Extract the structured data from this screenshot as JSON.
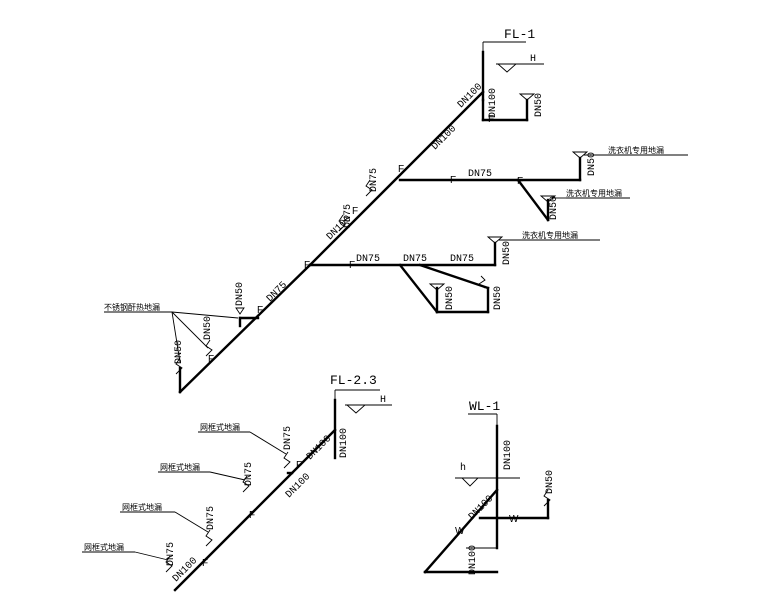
{
  "systems": {
    "fl1": {
      "title": "FL-1",
      "roof": "H",
      "labels": {
        "main_dn100_a": "DN100",
        "main_dn100_b": "DN100",
        "main_dn100_c": "DN100",
        "drain_dn50": "DN50",
        "riser_dn75": "DN75",
        "riser_dn75_b": "DN75",
        "riser_dn100_d": "DN100",
        "b1_dn75": "DN75",
        "b1_dn50_a": "DN50",
        "b1_dn50_b": "DN50",
        "b2_dn75_a": "DN75",
        "b2_dn75_b": "DN75",
        "b2_dn75_c": "DN75",
        "b2_dn50_a": "DN50",
        "b2_dn50_b": "DN50",
        "b2_dn50_c": "DN50",
        "low_dn75": "DN75",
        "low_dn50_a": "DN50",
        "low_dn50_b": "DN50",
        "low_dn50_c": "DN50"
      },
      "notes": {
        "washer_drain_1": "洗衣机专用地漏",
        "washer_drain_2": "洗衣机专用地漏",
        "washer_drain_3": "洗衣机专用地漏",
        "ss_drain": "不锈钢酐热地漏"
      }
    },
    "fl23": {
      "title": "FL-2.3",
      "roof": "H",
      "labels": {
        "riser_dn100": "DN100",
        "main_dn100_a": "DN100",
        "main_dn100_b": "DN100",
        "main_dn100_c": "DN100",
        "d1_dn75": "DN75",
        "d2_dn75": "DN75",
        "d3_dn75": "DN75",
        "d4_dn75": "DN75"
      },
      "notes": {
        "grid_drain_1": "网框式地漏",
        "grid_drain_2": "网框式地漏",
        "grid_drain_3": "网框式地漏",
        "grid_drain_4": "网框式地漏"
      }
    },
    "wl1": {
      "title": "WL-1",
      "floor": "h",
      "labels": {
        "riser_dn100": "DN100",
        "branch_dn100": "DN100",
        "drain_dn50": "DN50",
        "bottom_dn100": "DN100"
      }
    }
  },
  "fittings": {
    "f": "F",
    "w": "W"
  }
}
